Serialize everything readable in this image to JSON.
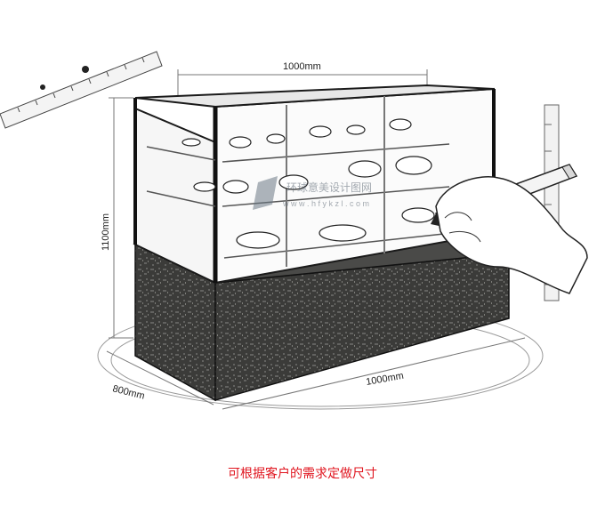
{
  "dimensions": {
    "top_width": "1000mm",
    "height": "1100mm",
    "depth": "800mm",
    "bottom_width": "1000mm"
  },
  "watermark": {
    "logo_text": "环球意美设计图网",
    "url": "w w w . h f y k z l . c o m"
  },
  "caption": "可根据客户的需求定做尺寸",
  "colors": {
    "caption": "#e0141e",
    "cabinet_base": "#3a3a38",
    "frame": "#1a1a1a"
  }
}
